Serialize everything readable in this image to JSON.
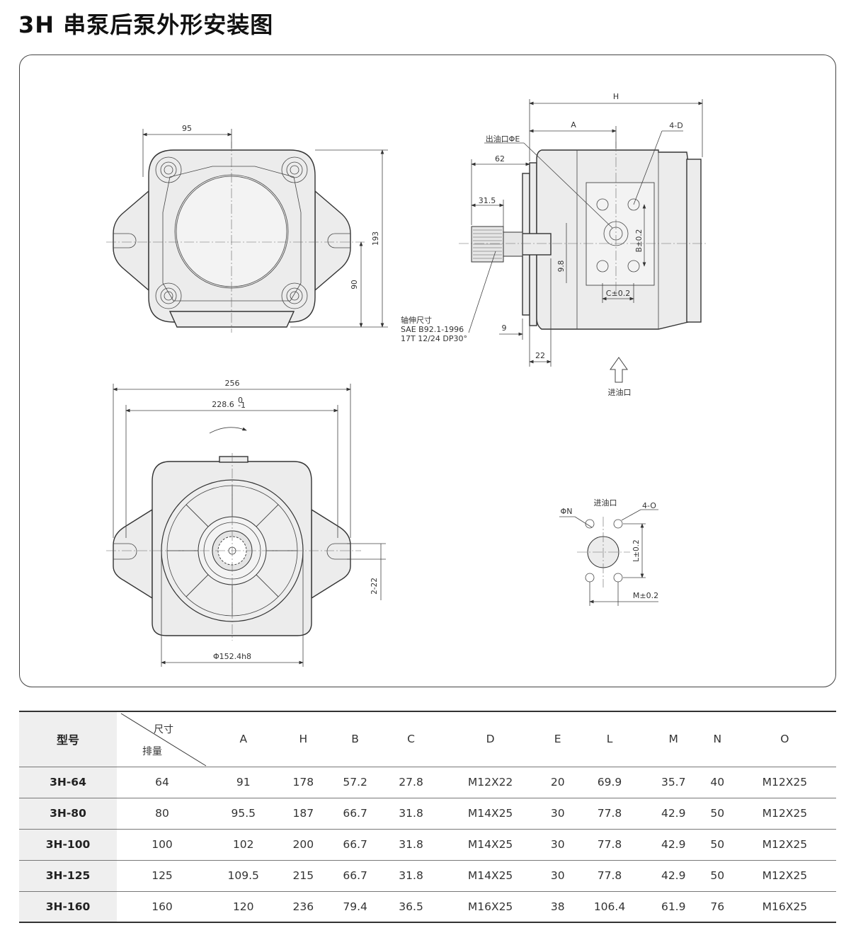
{
  "title": "3H 串泵后泵外形安装图",
  "drawing": {
    "dims": {
      "d95": "95",
      "d193": "193",
      "d90": "90",
      "H": "H",
      "A": "A",
      "d4D": "4-D",
      "outlet": "出油口ΦE",
      "d62": "62",
      "d31_5": "31.5",
      "B02": "B±0.2",
      "d9_8": "9.8",
      "C02": "C±0.2",
      "shaft1": "轴伸尺寸",
      "shaft2": "SAE B92.1-1996",
      "shaft3": "17T 12/24 DP30°",
      "d9": "9",
      "d22": "22",
      "inlet": "进油口",
      "d256": "256",
      "d228": "228.6",
      "d228tol_up": "0",
      "d228tol_dn": "-1",
      "d2_22": "2-22",
      "phi152": "Φ152.4h8",
      "phiN": "ΦN",
      "inlet2": "进油口",
      "d4O": "4-O",
      "L02": "L±0.2",
      "M02": "M±0.2"
    }
  },
  "table": {
    "header": {
      "model": "型号",
      "diag_top": "尺寸",
      "diag_bottom": "排量",
      "cols": [
        "A",
        "H",
        "B",
        "C",
        "D",
        "E",
        "L",
        "M",
        "N",
        "O"
      ]
    },
    "rows": [
      {
        "model": "3H-64",
        "values": [
          "64",
          "91",
          "178",
          "57.2",
          "27.8",
          "M12X22",
          "20",
          "69.9",
          "35.7",
          "40",
          "M12X25"
        ]
      },
      {
        "model": "3H-80",
        "values": [
          "80",
          "95.5",
          "187",
          "66.7",
          "31.8",
          "M14X25",
          "30",
          "77.8",
          "42.9",
          "50",
          "M12X25"
        ]
      },
      {
        "model": "3H-100",
        "values": [
          "100",
          "102",
          "200",
          "66.7",
          "31.8",
          "M14X25",
          "30",
          "77.8",
          "42.9",
          "50",
          "M12X25"
        ]
      },
      {
        "model": "3H-125",
        "values": [
          "125",
          "109.5",
          "215",
          "66.7",
          "31.8",
          "M14X25",
          "30",
          "77.8",
          "42.9",
          "50",
          "M12X25"
        ]
      },
      {
        "model": "3H-160",
        "values": [
          "160",
          "120",
          "236",
          "79.4",
          "36.5",
          "M16X25",
          "38",
          "106.4",
          "61.9",
          "76",
          "M16X25"
        ]
      }
    ]
  }
}
